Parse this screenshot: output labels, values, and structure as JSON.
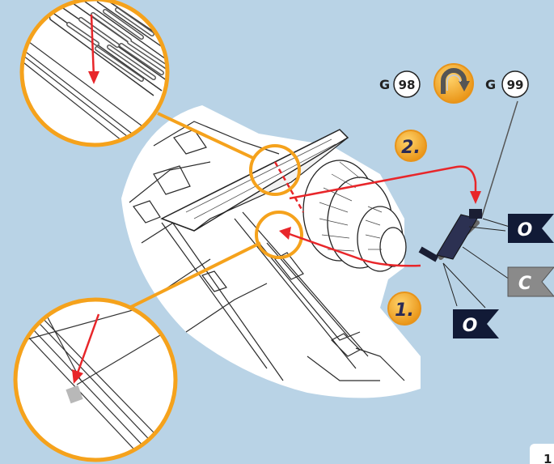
{
  "parts": {
    "left_code_prefix": "G",
    "left_code_number": "98",
    "right_code_prefix": "G",
    "right_code_number": "99"
  },
  "steps": {
    "step1": "1.",
    "step2": "2."
  },
  "tags": {
    "tag_upper_o": "O",
    "tag_c": "C",
    "tag_lower_o": "O"
  },
  "page_number": "1",
  "icon": "rotate-arrow-icon",
  "colors": {
    "background": "#b9d3e6",
    "highlight": "#f5a21c",
    "arrow": "#e8262a",
    "tag_dark": "#111a36",
    "tag_gray": "#8a8a8a"
  }
}
